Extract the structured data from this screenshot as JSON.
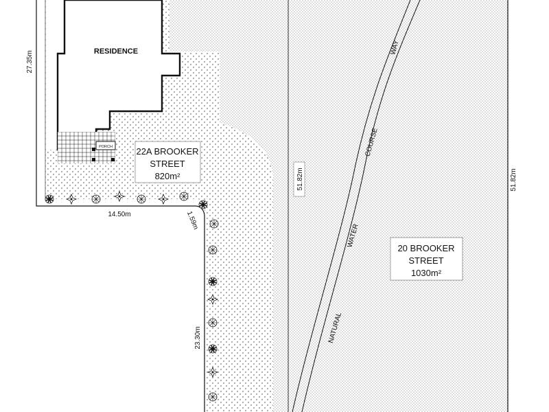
{
  "lot_22a": {
    "name_line1": "22A BROOKER",
    "name_line2": "STREET",
    "area": "820m²",
    "building": "RESIDENCE",
    "porch": "PORCH"
  },
  "lot_20": {
    "name_line1": "20 BROOKER",
    "name_line2": "STREET",
    "area": "1030m²"
  },
  "dimensions": {
    "left_side": "27.35m",
    "frontage": "14.50m",
    "corner": "1.59m",
    "driveway_side": "23.30m",
    "boundary_middle": "51.82m",
    "boundary_right": "51.82m"
  },
  "watercourse": {
    "word1": "NATURAL",
    "word2": "WATER",
    "word3": "COURSE",
    "word4": "WAY"
  },
  "colors": {
    "line": "#111111",
    "dots_dense": "#555555",
    "dots_sparse": "#333333"
  }
}
